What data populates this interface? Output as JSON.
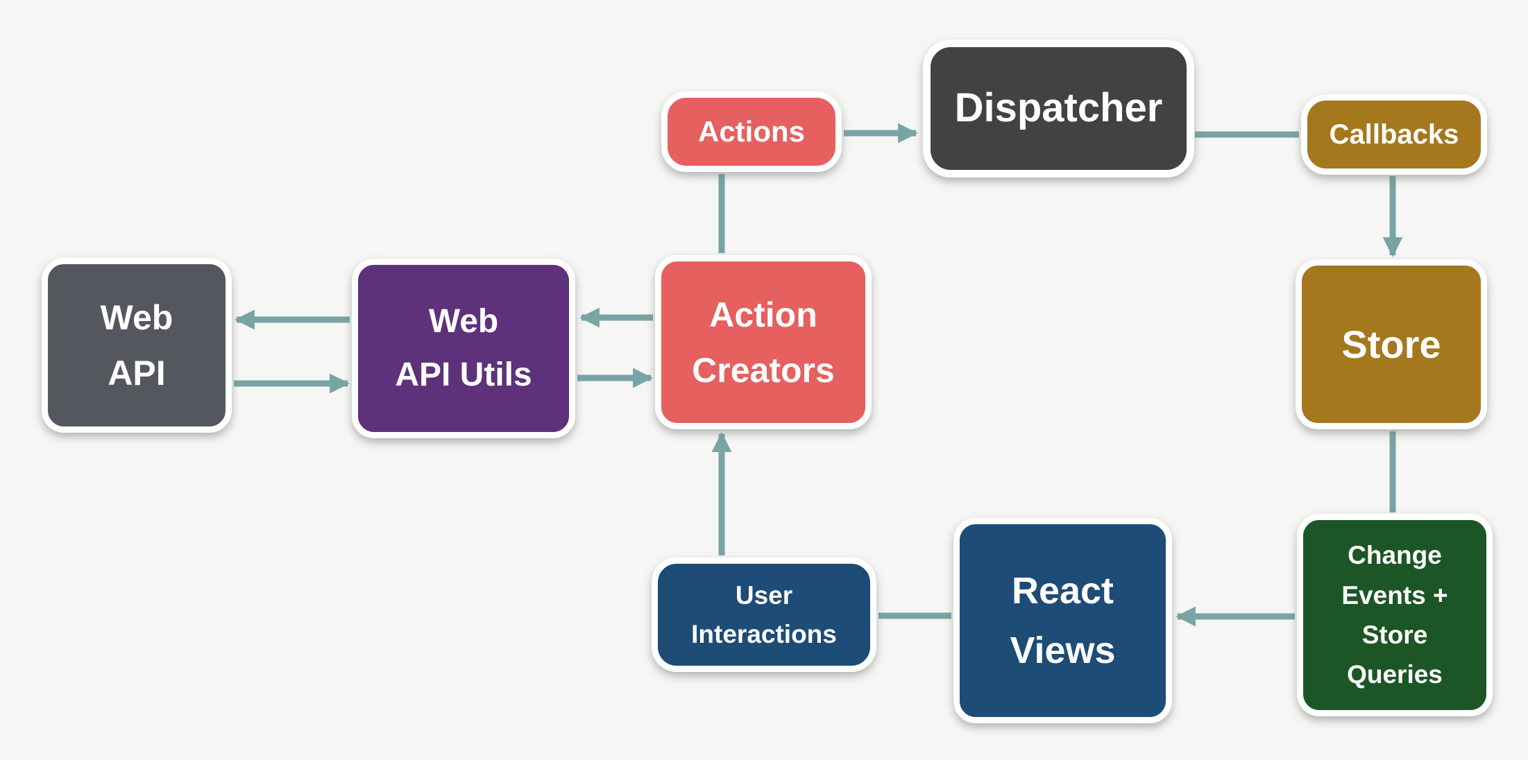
{
  "diagram": {
    "background_color": "#f6f6f4",
    "arrow_color": "#79a4a5",
    "node_border_color": "#ffffff",
    "node_text_color": "#ffffff",
    "nodes": {
      "web_api": {
        "label": "Web\nAPI",
        "color": "#54575d"
      },
      "web_api_utils": {
        "label": "Web\nAPI Utils",
        "color": "#5e317b"
      },
      "action_creators": {
        "label": "Action\nCreators",
        "color": "#e5605e"
      },
      "actions": {
        "label": "Actions",
        "color": "#e5605e"
      },
      "dispatcher": {
        "label": "Dispatcher",
        "color": "#444142"
      },
      "callbacks": {
        "label": "Callbacks",
        "color": "#a5781e"
      },
      "store": {
        "label": "Store",
        "color": "#a5781e"
      },
      "change_events": {
        "label": "Change\nEvents +\nStore\nQueries",
        "color": "#1d5626"
      },
      "react_views": {
        "label": "React\nViews",
        "color": "#1d4c76"
      },
      "user_interactions": {
        "label": "User\nInteractions",
        "color": "#1d4c76"
      }
    },
    "edges": [
      {
        "from": "actions",
        "to": "dispatcher",
        "arrowhead": true
      },
      {
        "from": "dispatcher",
        "to": "callbacks",
        "arrowhead": false
      },
      {
        "from": "callbacks",
        "to": "store",
        "arrowhead": true
      },
      {
        "from": "store",
        "to": "change_events",
        "arrowhead": false
      },
      {
        "from": "change_events",
        "to": "react_views",
        "arrowhead": true
      },
      {
        "from": "react_views",
        "to": "user_interactions",
        "arrowhead": false
      },
      {
        "from": "user_interactions",
        "to": "action_creators",
        "arrowhead": true
      },
      {
        "from": "action_creators",
        "to": "actions",
        "arrowhead": false
      },
      {
        "from": "action_creators",
        "to": "web_api_utils",
        "arrowhead": true
      },
      {
        "from": "web_api_utils",
        "to": "action_creators",
        "arrowhead": true
      },
      {
        "from": "web_api_utils",
        "to": "web_api",
        "arrowhead": true
      },
      {
        "from": "web_api",
        "to": "web_api_utils",
        "arrowhead": true
      }
    ]
  }
}
